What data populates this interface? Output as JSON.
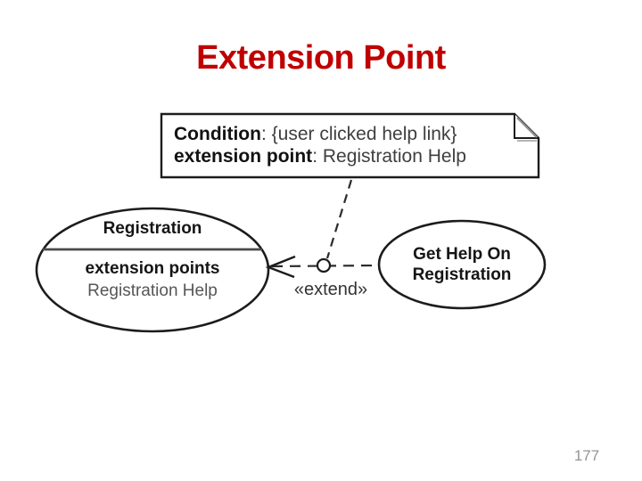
{
  "slide": {
    "title": "Extension Point",
    "page_number": "177"
  },
  "note": {
    "line1_label": "Condition",
    "line1_rest": ": {user clicked help link}",
    "line2_label": "extension point",
    "line2_rest": ": Registration Help"
  },
  "registration_use_case": {
    "name": "Registration",
    "compartment_label": "extension points",
    "extension_point": "Registration Help"
  },
  "get_help_use_case": {
    "name_line1": "Get Help On",
    "name_line2": "Registration"
  },
  "extend_relationship": {
    "stereotype": "«extend»"
  },
  "colors": {
    "title_red": "#C00000",
    "diagram_stroke": "#1c1c1c",
    "separator_gray": "#4a4a4a",
    "page_number_gray": "#949494"
  }
}
